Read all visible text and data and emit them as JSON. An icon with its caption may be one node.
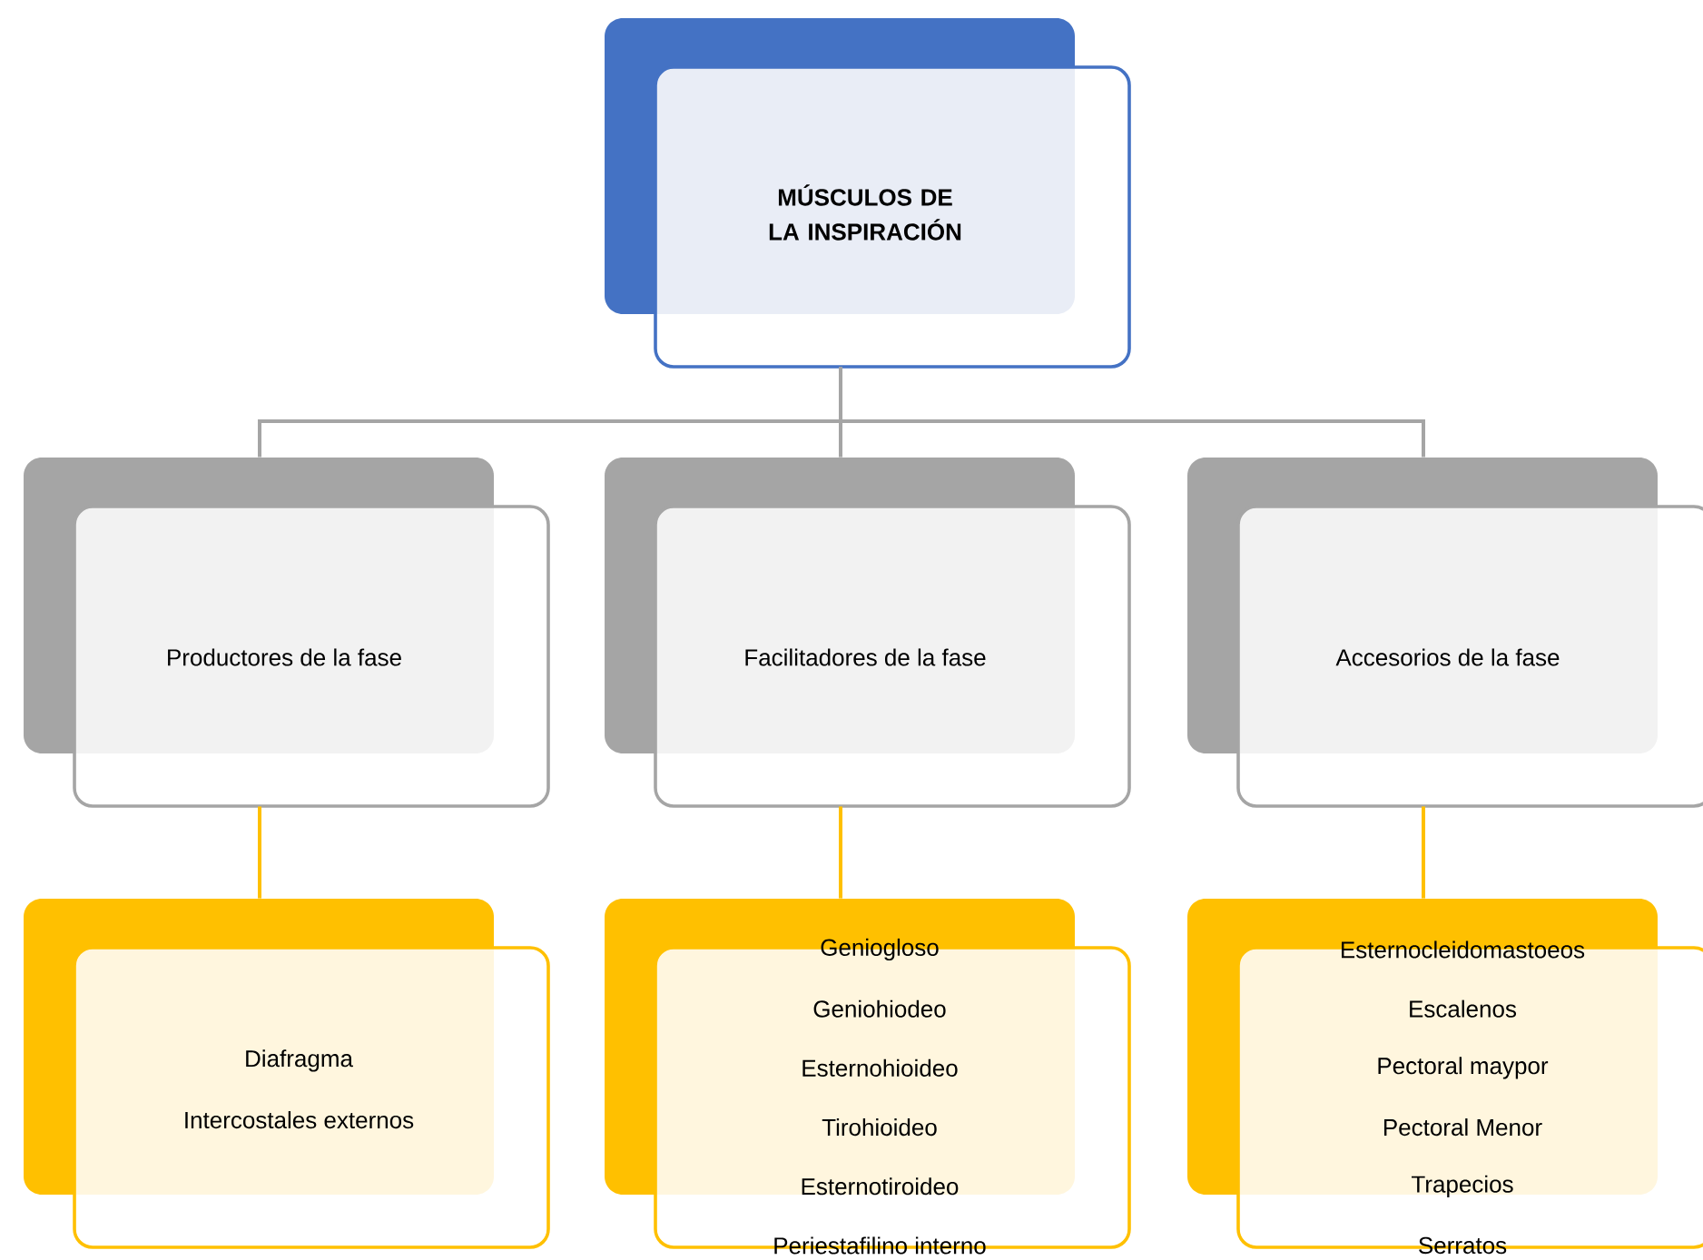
{
  "diagram": {
    "nodes": [
      {
        "text": [
          "MÚSCULOS DE LA INSPIRACIÓN"
        ]
      },
      {
        "text": [
          "Productores de la fase"
        ]
      },
      {
        "text": [
          "Facilitadores de la fase"
        ]
      },
      {
        "text": [
          "Accesorios de la fase"
        ]
      },
      {
        "text": [
          "Diafragma",
          "Intercostales externos"
        ]
      },
      {
        "text": [
          "Geniogloso",
          "Geniohiodeo",
          "Esternohioideo",
          "Tirohioideo",
          "Esternotiroideo",
          "Periestafilino interno"
        ]
      },
      {
        "text": [
          "Esternocleidomastoeos",
          "Escalenos",
          "Pectoral maypor",
          "Pectoral Menor",
          "Trapecios",
          "Serratos"
        ]
      }
    ],
    "edges": [
      {
        "from": 0,
        "to": 1,
        "arrow": "none"
      },
      {
        "from": 0,
        "to": 2,
        "arrow": "none"
      },
      {
        "from": 0,
        "to": 3,
        "arrow": "none"
      },
      {
        "from": 1,
        "to": 4,
        "arrow": "none",
        "color": "#ffc000"
      },
      {
        "from": 2,
        "to": 5,
        "arrow": "none",
        "color": "#ffc000"
      },
      {
        "from": 3,
        "to": 6,
        "arrow": "none",
        "color": "#ffc000"
      }
    ]
  }
}
